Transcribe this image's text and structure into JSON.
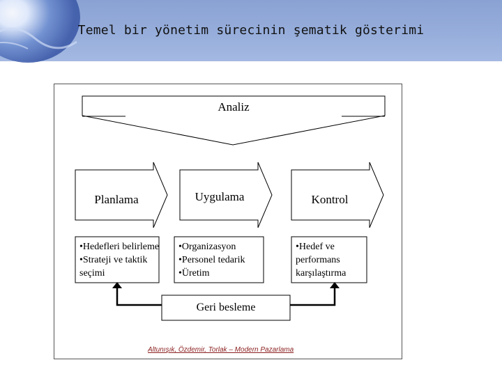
{
  "slide": {
    "title": "Temel bir yönetim sürecinin şematik gösterimi"
  },
  "diagram": {
    "top": "Analiz",
    "stages": [
      {
        "label": "Planlama",
        "items": [
          "•Hedefleri belirleme",
          "•Strateji ve taktik seçimi"
        ]
      },
      {
        "label": "Uygulama",
        "items": [
          "•Organizasyon",
          "•Personel tedarik",
          "•Üretim"
        ]
      },
      {
        "label": "Kontrol",
        "items": [
          "•Hedef ve performans karşılaştırma"
        ]
      }
    ],
    "feedback": "Geri besleme"
  },
  "footer": {
    "credit": "Altunışık, Özdemir, Torlak – Modern Pazarlama"
  },
  "colors": {
    "header": "#8aa2d3",
    "credit": "#8b1e1e"
  }
}
